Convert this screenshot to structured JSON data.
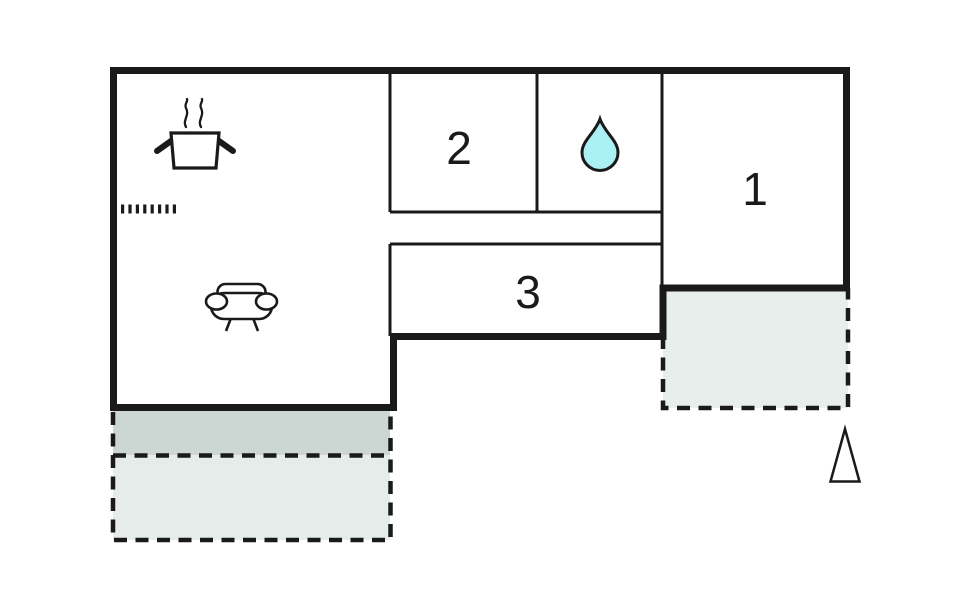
{
  "plan": {
    "type": "floor-plan",
    "background": "#ffffff",
    "colors": {
      "wall": "#1a1a1a",
      "water_drop": "#abf0f2",
      "terrace": "#e8eeec",
      "terrace_light": "#e6ecea",
      "awning": "#ccd6d3",
      "icon_fill": "#ffffff"
    },
    "rooms": {
      "room1": {
        "label": "1"
      },
      "room2": {
        "label": "2"
      },
      "room3": {
        "label": "3"
      },
      "bathroom": {
        "icon": "water-drop-icon"
      },
      "living_kitchen": {
        "icons": [
          "cooking-pot-icon",
          "steam-icon",
          "kitchen-counter-dots",
          "sofa-icon"
        ]
      }
    },
    "markers": {
      "north_arrow": "north-arrow-icon"
    }
  }
}
